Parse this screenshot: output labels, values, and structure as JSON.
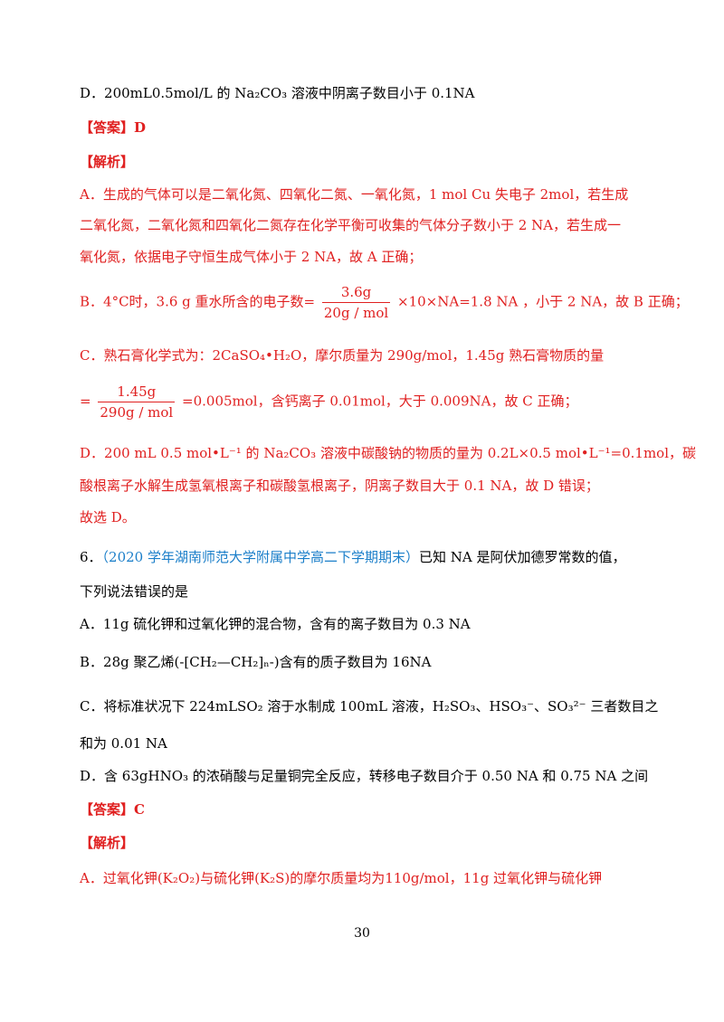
{
  "lines": {
    "d_opt": "D．200mL0.5mol/L 的 Na₂CO₃ 溶液中阴离子数目小于 0.1NA",
    "ans1": "【答案】D",
    "exp1": "【解析】",
    "a1": "A．生成的气体可以是二氧化氮、四氧化二氮、一氧化氮，1 mol Cu 失电子 2mol，若生成",
    "a2": "二氧化氮，二氧化氮和四氧化二氮存在化学平衡可收集的气体分子数小于 2 NA，若生成一",
    "a3": "氧化氮，依据电子守恒生成气体小于 2 NA，故 A 正确；",
    "b_pre": "B．4°C时，3.6 g 重水所含的电子数=",
    "b_num": "3.6g",
    "b_den": "20g / mol",
    "b_post": "×10×NA=1.8 NA ，小于 2 NA，故 B 正确；",
    "c1": "C．熟石膏化学式为：2CaSO₄•H₂O，摩尔质量为 290g/mol，1.45g 熟石膏物质的量",
    "c2_pre": "=",
    "c2_num": "1.45g",
    "c2_den": "290g / mol",
    "c2_post": "=0.005mol，含钙离子 0.01mol，大于 0.009NA，故 C 正确；",
    "d1": "D．200 mL 0.5 mol•L⁻¹ 的 Na₂CO₃ 溶液中碳酸钠的物质的量为 0.2L×0.5 mol•L⁻¹=0.1mol，碳",
    "d2": "酸根离子水解生成氢氧根离子和碳酸氢根离子，阴离子数目大于 0.1 NA，故 D 错误；",
    "d3": "故选 D。",
    "q6_num": "6．",
    "q6_src": "（2020 学年湖南师范大学附属中学高二下学期期末）",
    "q6_text": "已知 NA 是阿伏加德罗常数的值，",
    "q6_text2": "下列说法错误的是",
    "q6_a": "A．11g 硫化钾和过氧化钾的混合物，含有的离子数目为 0.3 NA",
    "q6_b": "B．28g 聚乙烯(-[CH₂—CH₂]ₙ-)含有的质子数目为 16NA",
    "q6_c1": "C．将标准状况下 224mLSO₂ 溶于水制成 100mL 溶液，H₂SO₃、HSO₃⁻、SO₃²⁻ 三者数目之",
    "q6_c2": "和为 0.01 NA",
    "q6_d": "D．含 63gHNO₃ 的浓硝酸与足量铜完全反应，转移电子数目介于 0.50 NA 和 0.75 NA 之间",
    "ans2": "【答案】C",
    "exp2": "【解析】",
    "e1": "A．过氧化钾(K₂O₂)与硫化钾(K₂S)的摩尔质量均为110g/mol，11g 过氧化钾与硫化钾"
  },
  "page_number": "30"
}
